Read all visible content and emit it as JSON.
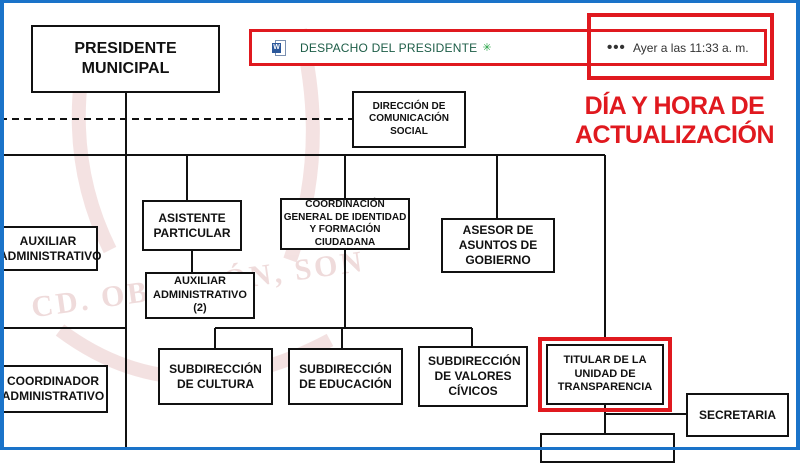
{
  "org_chart": {
    "presidente": "PRESIDENTE MUNICIPAL",
    "comunicacion": "DIRECCIÓN DE COMUNICACIÓN SOCIAL",
    "asistente": "ASISTENTE PARTICULAR",
    "auxiliar_adm_2": "AUXILIAR ADMINISTRATIVO (2)",
    "auxiliar_adm": "AUXILIAR ADMINISTRATIVO",
    "coordinacion": "COORDINACIÓN GENERAL DE IDENTIDAD Y FORMACIÓN CIUDADANA",
    "asesor": "ASESOR DE ASUNTOS DE GOBIERNO",
    "coordinador": "COORDINADOR ADMINISTRATIVO",
    "sub_cultura": "SUBDIRECCIÓN DE CULTURA",
    "sub_educacion": "SUBDIRECCIÓN DE EDUCACIÓN",
    "sub_valores": "SUBDIRECCIÓN DE VALORES CÍVICOS",
    "titular": "TITULAR DE LA UNIDAD DE TRANSPARENCIA",
    "secretaria": "SECRETARIA"
  },
  "file_bar": {
    "icon": "word-document-icon",
    "filename": "DESPACHO DEL PRESIDENTE",
    "sync_icon": "✳",
    "more": "•••",
    "modified": "Ayer a las 11:33 a. m."
  },
  "annotation": {
    "line1": "DÍA Y HORA DE",
    "line2": "ACTUALIZACIÓN",
    "color": "#e0191f"
  },
  "watermark": {
    "text1": "CD. OBREGÓN, SON",
    "color": "#d29a9a"
  },
  "frame_color": "#1a73c9"
}
